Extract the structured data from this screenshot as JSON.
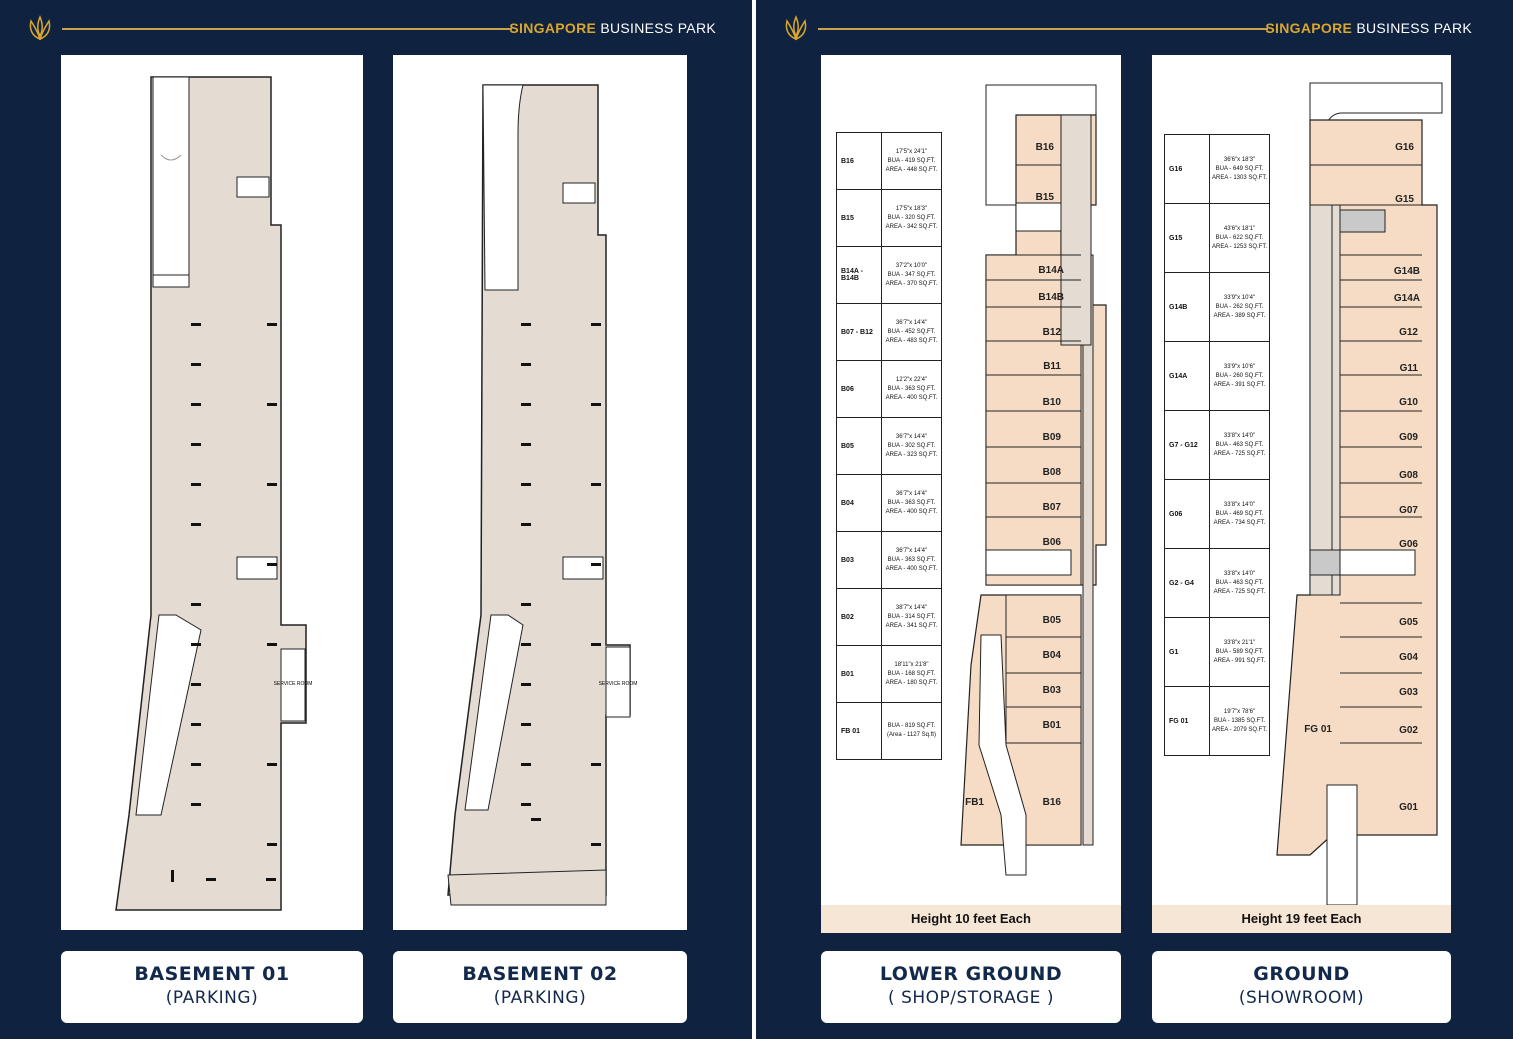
{
  "brand": {
    "highlight": "SINGAPORE",
    "rest": " BUSINESS PARK"
  },
  "colors": {
    "navy": "#0f2240",
    "gold": "#d9a62e",
    "floor": "#e4dcd3",
    "shop": "#f6dcc4"
  },
  "panels": [
    {
      "title": "BASEMENT 01",
      "subtitle": "(PARKING)",
      "service_room": "SERVICE ROOM"
    },
    {
      "title": "BASEMENT 02",
      "subtitle": "(PARKING)",
      "service_room": "SERVICE ROOM"
    },
    {
      "title": "LOWER GROUND",
      "subtitle": "( SHOP/STORAGE )",
      "height_note": "Height 10 feet Each",
      "units": [
        "B16",
        "B15",
        "B14A",
        "B14B",
        "B12",
        "B11",
        "B10",
        "B09",
        "B08",
        "B07",
        "B06",
        "B05",
        "B04",
        "B03",
        "B01",
        "FB1",
        "B16"
      ],
      "legend": [
        {
          "code": "B16",
          "dim": "17'5\"x 24'1\"",
          "bua": "BUA - 419 SQ.FT.",
          "area": "AREA - 448 SQ.FT."
        },
        {
          "code": "B15",
          "dim": "17'5\"x 18'3\"",
          "bua": "BUA - 320 SQ.FT.",
          "area": "AREA - 342 SQ.FT."
        },
        {
          "code": "B14A - B14B",
          "dim": "37'2\"x 10'0\"",
          "bua": "BUA - 347 SQ.FT.",
          "area": "AREA - 370 SQ.FT."
        },
        {
          "code": "B07 - B12",
          "dim": "36'7\"x 14'4\"",
          "bua": "BUA - 452 SQ.FT.",
          "area": "AREA - 483 SQ.FT."
        },
        {
          "code": "B06",
          "dim": "12'2\"x 22'4\"",
          "bua": "BUA - 363 SQ.FT.",
          "area": "AREA - 400 SQ.FT."
        },
        {
          "code": "B05",
          "dim": "36'7\"x 14'4\"",
          "bua": "BUA - 302 SQ.FT.",
          "area": "AREA - 323 SQ.FT."
        },
        {
          "code": "B04",
          "dim": "36'7\"x 14'4\"",
          "bua": "BUA - 363 SQ.FT.",
          "area": "AREA - 400 SQ.FT."
        },
        {
          "code": "B03",
          "dim": "36'7\"x 14'4\"",
          "bua": "BUA - 363 SQ.FT.",
          "area": "AREA - 400 SQ.FT."
        },
        {
          "code": "B02",
          "dim": "38'7\"x 14'4\"",
          "bua": "BUA - 314 SQ.FT.",
          "area": "AREA - 341 SQ.FT."
        },
        {
          "code": "B01",
          "dim": "18'11\"x 21'8\"",
          "bua": "BUA - 168 SQ.FT.",
          "area": "AREA - 180 SQ.FT."
        },
        {
          "code": "FB 01",
          "dim": "",
          "bua": "BUA - 819 SQ.FT.",
          "area": "(Area - 1127 Sq.ft)"
        }
      ]
    },
    {
      "title": "GROUND",
      "subtitle": "(SHOWROOM)",
      "height_note": "Height 19 feet Each",
      "units": [
        "G16",
        "G15",
        "G14B",
        "G14A",
        "G12",
        "G11",
        "G10",
        "G09",
        "G08",
        "G07",
        "G06",
        "G05",
        "G04",
        "G03",
        "G02",
        "G01",
        "FG 01"
      ],
      "legend": [
        {
          "code": "G16",
          "dim": "36'6\"x 18'3\"",
          "bua": "BUA - 649 SQ.FT.",
          "area": "AREA - 1303 SQ.FT."
        },
        {
          "code": "G15",
          "dim": "43'6\"x 18'1\"",
          "bua": "BUA - 622 SQ.FT.",
          "area": "AREA - 1253 SQ.FT."
        },
        {
          "code": "G14B",
          "dim": "33'9\"x 10'4\"",
          "bua": "BUA - 262 SQ.FT.",
          "area": "AREA - 389 SQ.FT."
        },
        {
          "code": "G14A",
          "dim": "33'9\"x 10'6\"",
          "bua": "BUA - 260 SQ.FT.",
          "area": "AREA - 391 SQ.FT."
        },
        {
          "code": "G7 - G12",
          "dim": "33'8\"x 14'0\"",
          "bua": "BUA - 463 SQ.FT.",
          "area": "AREA - 725 SQ.FT."
        },
        {
          "code": "G06",
          "dim": "33'8\"x 14'0\"",
          "bua": "BUA - 469 SQ.FT.",
          "area": "AREA - 734 SQ.FT."
        },
        {
          "code": "G2 - G4",
          "dim": "33'8\"x 14'0\"",
          "bua": "BUA - 463 SQ.FT.",
          "area": "AREA - 725 SQ.FT."
        },
        {
          "code": "G1",
          "dim": "33'8\"x 21'1\"",
          "bua": "BUA - 589 SQ.FT.",
          "area": "AREA - 991 SQ.FT."
        },
        {
          "code": "FG 01",
          "dim": "19'7\"x 78'6\"",
          "bua": "BUA - 1385 SQ.FT.",
          "area": "AREA - 2079 SQ.FT."
        }
      ]
    }
  ]
}
